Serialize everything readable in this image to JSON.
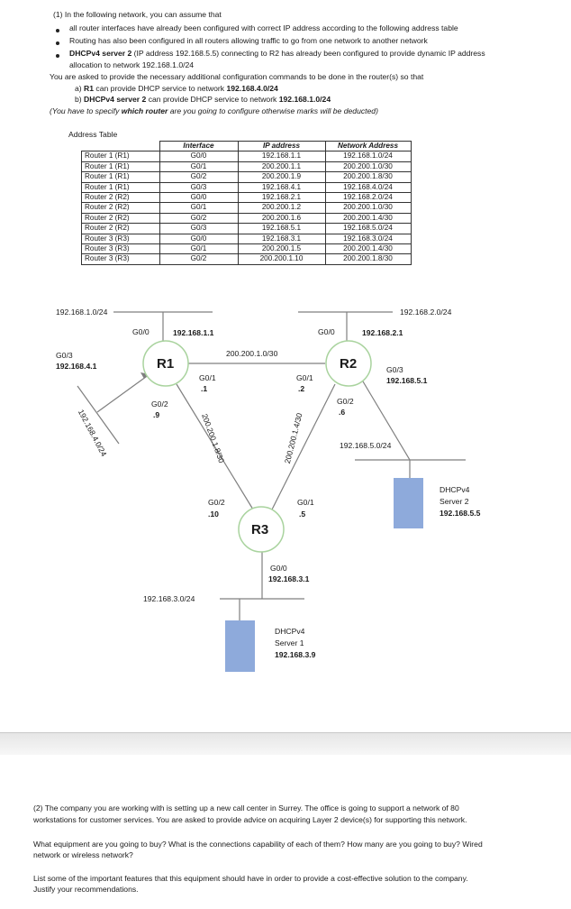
{
  "q1": {
    "intro": "(1)  In the following network, you can assume that",
    "bullets": [
      "all router interfaces have already been configured with correct IP address according to the following address table",
      "Routing has also been configured in all routers allowing traffic to go from one network to another network"
    ],
    "bullet3_bold": "DHCPv4 server 2",
    "bullet3_rest": " (IP address 192.168.5.5) connecting to R2 has already been configured to provide dynamic IP address",
    "bullet3_line2": "allocation to network 192.168.1.0/24",
    "ask": "You are asked to provide the necessary additional configuration commands to be done in the router(s) so that",
    "a_prefix": "a)   ",
    "a_bold1": "R1",
    "a_mid": " can provide DHCP service to network ",
    "a_bold2": "192.168.4.0/24",
    "b_prefix": "b)   ",
    "b_bold1": "DHCPv4 server 2",
    "b_mid": " can provide DHCP service to network ",
    "b_bold2": "192.168.1.0/24",
    "note_a": "(You have to specify ",
    "note_b": "which router",
    "note_c": " are you going to configure otherwise marks will be deducted)"
  },
  "table": {
    "caption": "Address Table",
    "headers": [
      "Interface",
      "IP address",
      "Network Address"
    ],
    "rows": [
      [
        "Router 1 (R1)",
        "G0/0",
        "192.168.1.1",
        "192.168.1.0/24"
      ],
      [
        "Router 1 (R1)",
        "G0/1",
        "200.200.1.1",
        "200.200.1.0/30"
      ],
      [
        "Router 1 (R1)",
        "G0/2",
        "200.200.1.9",
        "200.200.1.8/30"
      ],
      [
        "Router 1 (R1)",
        "G0/3",
        "192.168.4.1",
        "192.168.4.0/24"
      ],
      [
        "Router 2 (R2)",
        "G0/0",
        "192.168.2.1",
        "192.168.2.0/24"
      ],
      [
        "Router 2 (R2)",
        "G0/1",
        "200.200.1.2",
        "200.200.1.0/30"
      ],
      [
        "Router 2 (R2)",
        "G0/2",
        "200.200.1.6",
        "200.200.1.4/30"
      ],
      [
        "Router 2 (R2)",
        "G0/3",
        "192.168.5.1",
        "192.168.5.0/24"
      ],
      [
        "Router 3 (R3)",
        "G0/0",
        "192.168.3.1",
        "192.168.3.0/24"
      ],
      [
        "Router 3 (R3)",
        "G0/1",
        "200.200.1.5",
        "200.200.1.4/30"
      ],
      [
        "Router 3 (R3)",
        "G0/2",
        "200.200.1.10",
        "200.200.1.8/30"
      ]
    ]
  },
  "diagram": {
    "colors": {
      "router_fill": "#ffffff",
      "router_stroke": "#a9d39e",
      "server_fill": "#8eaadb",
      "line": "#7f7f7f"
    },
    "routers": {
      "r1": "R1",
      "r2": "R2",
      "r3": "R3"
    },
    "net_r1_lan": "192.168.1.0/24",
    "net_r2_lan": "192.168.2.0/24",
    "net_r1_g03": "192.168.4.0/24",
    "net_r2_g03": "192.168.5.0/24",
    "net_r3_lan": "192.168.3.0/24",
    "net_r1_r2": "200.200.1.0/30",
    "net_r1_r3": "200.200.1.8/30",
    "net_r2_r3": "200.200.1.4/30",
    "r1_g00": "G0/0",
    "r1_g00_ip": "192.168.1.1",
    "r1_g03": "G0/3",
    "r1_g03_ip": "192.168.4.1",
    "r1_g01": "G0/1",
    "r1_g01_ip": ".1",
    "r1_g02": "G0/2",
    "r1_g02_ip": ".9",
    "r2_g00": "G0/0",
    "r2_g00_ip": "192.168.2.1",
    "r2_g03": "G0/3",
    "r2_g03_ip": "192.168.5.1",
    "r2_g01": "G0/1",
    "r2_g01_ip": ".2",
    "r2_g02": "G0/2",
    "r2_g02_ip": ".6",
    "r3_g02": "G0/2",
    "r3_g02_ip": ".10",
    "r3_g01": "G0/1",
    "r3_g01_ip": ".5",
    "r3_g00": "G0/0",
    "r3_g00_ip": "192.168.3.1",
    "srv2_l1": "DHCPv4",
    "srv2_l2": "Server 2",
    "srv2_ip": "192.168.5.5",
    "srv1_l1": "DHCPv4",
    "srv1_l2": "Server 1",
    "srv1_ip": "192.168.3.9"
  },
  "q2": {
    "p1": "(2) The company you are working with is setting up a new call center in Surrey.  The office is going to support a network of 80",
    "p1b": "workstations for customer services. You are asked to provide advice on acquiring Layer 2 device(s) for supporting this network.",
    "p2": "What equipment are you going to buy? What is the connections capability of each of them? How many are you going to buy? Wired",
    "p2b": "network or wireless network?",
    "p3": "List some of the important features that this equipment should have in order to provide a cost-effective solution to the company.",
    "p3b": "Justify your recommendations."
  }
}
